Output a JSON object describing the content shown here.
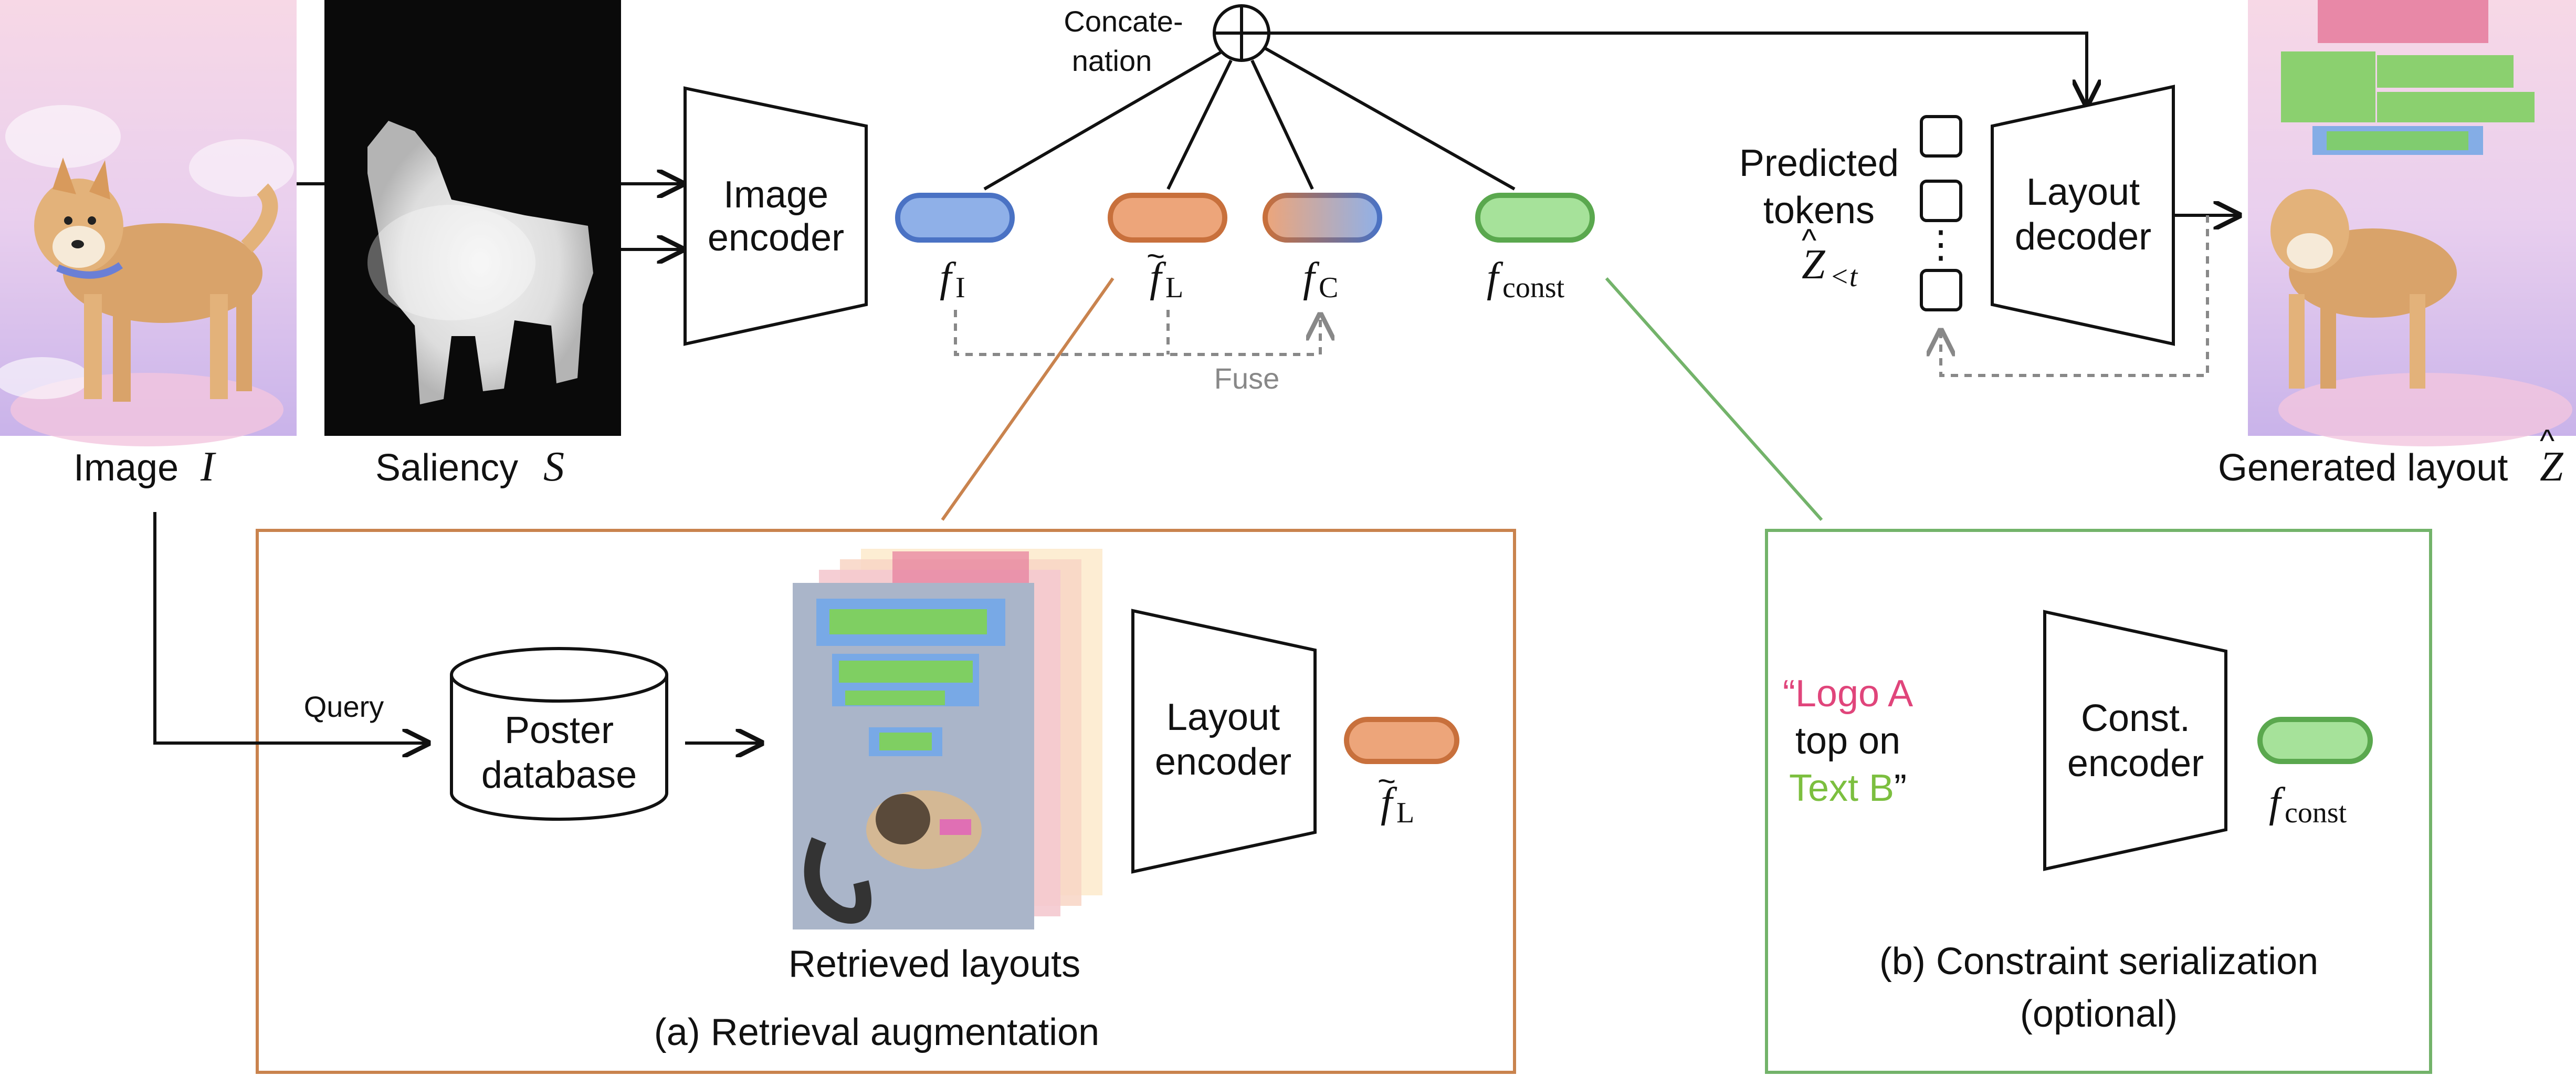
{
  "inputs": {
    "image_label": "Image",
    "image_symbol": "I",
    "saliency_label": "Saliency",
    "saliency_symbol": "S"
  },
  "image_encoder": {
    "line1": "Image",
    "line2": "encoder"
  },
  "concat": {
    "line1": "Concate-",
    "line2": "nation"
  },
  "features": {
    "f_I": {
      "base": "f",
      "sub": "I"
    },
    "f_L": {
      "base": "f",
      "sub": "L"
    },
    "f_C": {
      "base": "f",
      "sub": "C"
    },
    "f_const": {
      "base": "f",
      "sub": "const"
    },
    "fuse_label": "Fuse"
  },
  "decoder": {
    "tokens_line1": "Predicted",
    "tokens_line2": "tokens",
    "tokens_symbol": "Z",
    "tokens_sub": "<t",
    "line1": "Layout",
    "line2": "decoder",
    "ellipsis": "⋮"
  },
  "output": {
    "label": "Generated layout",
    "symbol": "Z"
  },
  "retrieval": {
    "query_label": "Query",
    "db_line1": "Poster",
    "db_line2": "database",
    "retrieved_label": "Retrieved layouts",
    "encoder_line1": "Layout",
    "encoder_line2": "encoder",
    "caption": "(a) Retrieval augmentation"
  },
  "constraint": {
    "quote_open": "“",
    "text_logo": "Logo A",
    "text_mid": "top on",
    "text_text": "Text B",
    "quote_close": "”",
    "encoder_line1": "Const.",
    "encoder_line2": "encoder",
    "caption_line1": "(b) Constraint serialization",
    "caption_line2": "(optional)"
  },
  "colors": {
    "blue": "#8fb0e8",
    "blue_stroke": "#4a72c4",
    "orange": "#eda57a",
    "orange_stroke": "#c8703c",
    "green": "#a6e29a",
    "green_stroke": "#5aa84e",
    "logo_pink": "#e0457b",
    "text_green": "#7cbf3f",
    "panel_orange": "#c9834e",
    "panel_green": "#73b36a",
    "dashed_gray": "#888888"
  }
}
